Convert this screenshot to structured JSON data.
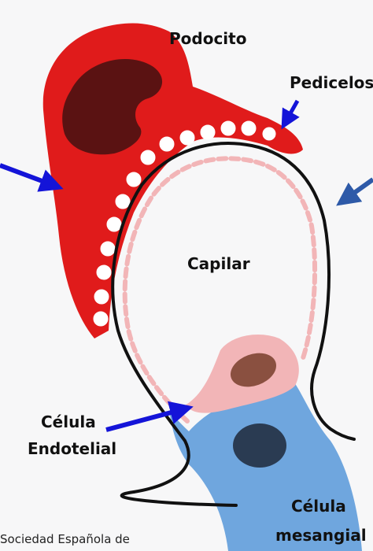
{
  "labels": {
    "podocito": "Podocito",
    "pedicelos": "Pedicelos",
    "capilar": "Capilar",
    "celula_endotelial_line1": "Célula",
    "celula_endotelial_line2": "Endotelial",
    "celula_mesangial_line1": "Célula",
    "celula_mesangial_line2": "mesangial"
  },
  "source_text": "Sociedad Española de",
  "colors": {
    "background": "#f7f7f8",
    "podocyte": "#e01b1b",
    "podocyte_nucleus": "#5a1212",
    "membrane": "#111111",
    "endothelium": "#f2b5b7",
    "endothelial_nucleus": "#8a5040",
    "mesangial": "#6fa6de",
    "mesangial_nucleus": "#2a3b52",
    "arrow": "#1414d8",
    "arrow_right": "#2e5aa8"
  }
}
